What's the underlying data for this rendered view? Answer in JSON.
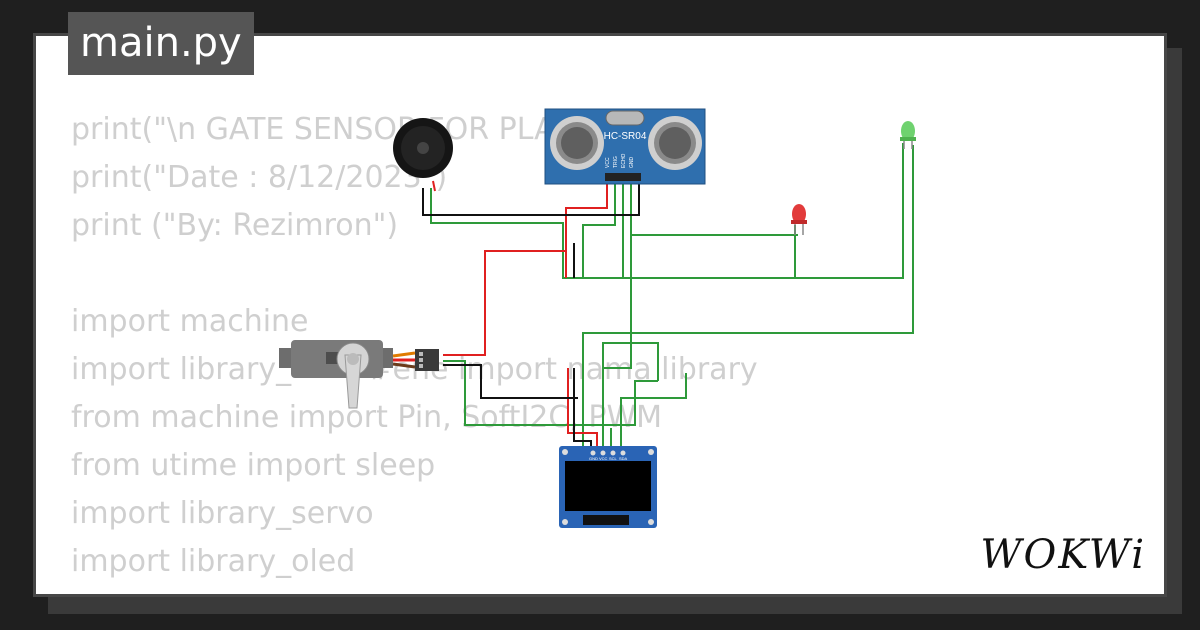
{
  "file_tab": {
    "title": "main.py"
  },
  "code": {
    "lines": [
      "print(\"\\n GATE SENSOR FOR PLA",
      "print(\"Date : 8/12/2023\")",
      "print (\"By: Rezimron\")",
      "",
      "import machine",
      "import library_",
      "from machine import Pin, SoftI2C, PWM",
      "from utime import sleep",
      "import library_servo",
      "import library_oled"
    ],
    "line6_tail": "#ene import nama library"
  },
  "components": {
    "ultrasonic": {
      "label": "HC-SR04",
      "pins": [
        "VCC",
        "TRIG",
        "ECHO",
        "GND"
      ]
    },
    "oled": {
      "pins": [
        "GND",
        "VCC",
        "SCL",
        "SDA"
      ]
    }
  },
  "colors": {
    "wire_green": "#2e9a3a",
    "wire_red": "#e02020",
    "wire_black": "#111111",
    "sensor_blue": "#2f6fae",
    "led_red": "#e23b3b",
    "led_green": "#6fd26f"
  },
  "branding": {
    "logo": "WOKWi"
  }
}
